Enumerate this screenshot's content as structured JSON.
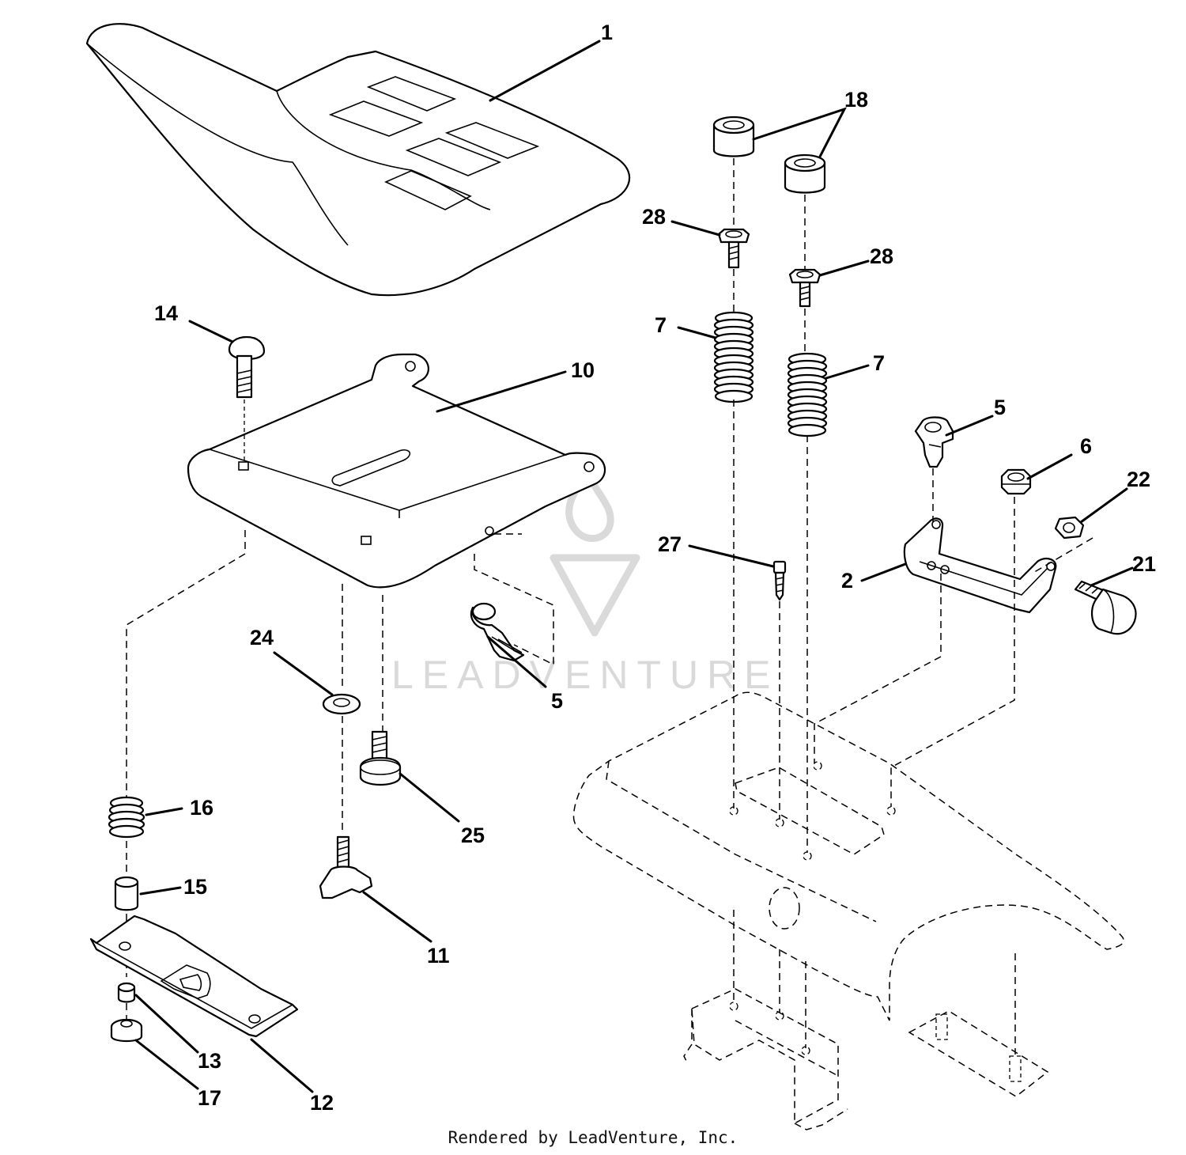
{
  "watermark": {
    "text": "LEADVENTURE"
  },
  "credit": "Rendered by LeadVenture, Inc.",
  "callouts": {
    "c1": "1",
    "c18": "18",
    "c28a": "28",
    "c28b": "28",
    "c14": "14",
    "c10": "10",
    "c7a": "7",
    "c7b": "7",
    "c5a": "5",
    "c6": "6",
    "c22": "22",
    "c27": "27",
    "c2": "2",
    "c21": "21",
    "c24": "24",
    "c5b": "5",
    "c16": "16",
    "c25": "25",
    "c15": "15",
    "c11": "11",
    "c13": "13",
    "c12": "12",
    "c17": "17"
  }
}
